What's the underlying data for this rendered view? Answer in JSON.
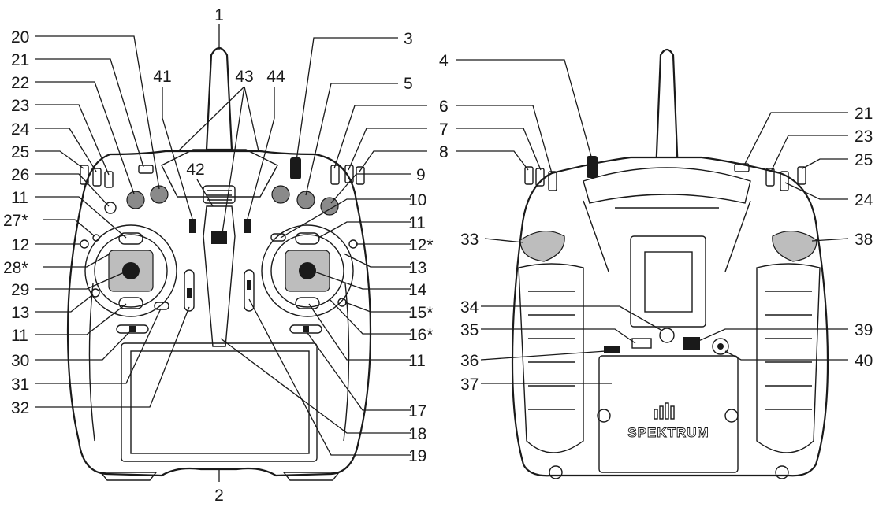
{
  "brand_text": "SPEKTRUM",
  "callouts": [
    {
      "key": "front-1",
      "label": "1"
    },
    {
      "key": "front-2",
      "label": "2"
    },
    {
      "key": "front-3",
      "label": "3"
    },
    {
      "key": "front-4",
      "label": "4"
    },
    {
      "key": "front-5",
      "label": "5"
    },
    {
      "key": "front-6",
      "label": "6"
    },
    {
      "key": "front-7",
      "label": "7"
    },
    {
      "key": "front-8",
      "label": "8"
    },
    {
      "key": "front-9",
      "label": "9"
    },
    {
      "key": "front-10",
      "label": "10"
    },
    {
      "key": "front-11r1",
      "label": "11"
    },
    {
      "key": "front-12s",
      "label": "12*"
    },
    {
      "key": "front-13r",
      "label": "13"
    },
    {
      "key": "front-14",
      "label": "14"
    },
    {
      "key": "front-15s",
      "label": "15*"
    },
    {
      "key": "front-16s",
      "label": "16*"
    },
    {
      "key": "front-11r2",
      "label": "11"
    },
    {
      "key": "front-17",
      "label": "17"
    },
    {
      "key": "front-18",
      "label": "18"
    },
    {
      "key": "front-19",
      "label": "19"
    },
    {
      "key": "front-20",
      "label": "20"
    },
    {
      "key": "front-21",
      "label": "21"
    },
    {
      "key": "front-22",
      "label": "22"
    },
    {
      "key": "front-23",
      "label": "23"
    },
    {
      "key": "front-24",
      "label": "24"
    },
    {
      "key": "front-25",
      "label": "25"
    },
    {
      "key": "front-26",
      "label": "26"
    },
    {
      "key": "front-11l1",
      "label": "11"
    },
    {
      "key": "front-27s",
      "label": "27*"
    },
    {
      "key": "front-12",
      "label": "12"
    },
    {
      "key": "front-28s",
      "label": "28*"
    },
    {
      "key": "front-29",
      "label": "29"
    },
    {
      "key": "front-13l",
      "label": "13"
    },
    {
      "key": "front-11l2",
      "label": "11"
    },
    {
      "key": "front-30",
      "label": "30"
    },
    {
      "key": "front-31",
      "label": "31"
    },
    {
      "key": "front-32",
      "label": "32"
    },
    {
      "key": "front-41",
      "label": "41"
    },
    {
      "key": "front-42",
      "label": "42"
    },
    {
      "key": "front-43",
      "label": "43"
    },
    {
      "key": "front-44",
      "label": "44"
    },
    {
      "key": "back-21",
      "label": "21"
    },
    {
      "key": "back-23",
      "label": "23"
    },
    {
      "key": "back-25",
      "label": "25"
    },
    {
      "key": "back-24",
      "label": "24"
    },
    {
      "key": "back-4",
      "label": "4"
    },
    {
      "key": "back-6",
      "label": "6"
    },
    {
      "key": "back-7",
      "label": "7"
    },
    {
      "key": "back-8",
      "label": "8"
    },
    {
      "key": "back-33",
      "label": "33"
    },
    {
      "key": "back-38",
      "label": "38"
    },
    {
      "key": "back-34",
      "label": "34"
    },
    {
      "key": "back-35",
      "label": "35"
    },
    {
      "key": "back-39",
      "label": "39"
    },
    {
      "key": "back-36",
      "label": "36"
    },
    {
      "key": "back-40",
      "label": "40"
    },
    {
      "key": "back-37",
      "label": "37"
    }
  ]
}
